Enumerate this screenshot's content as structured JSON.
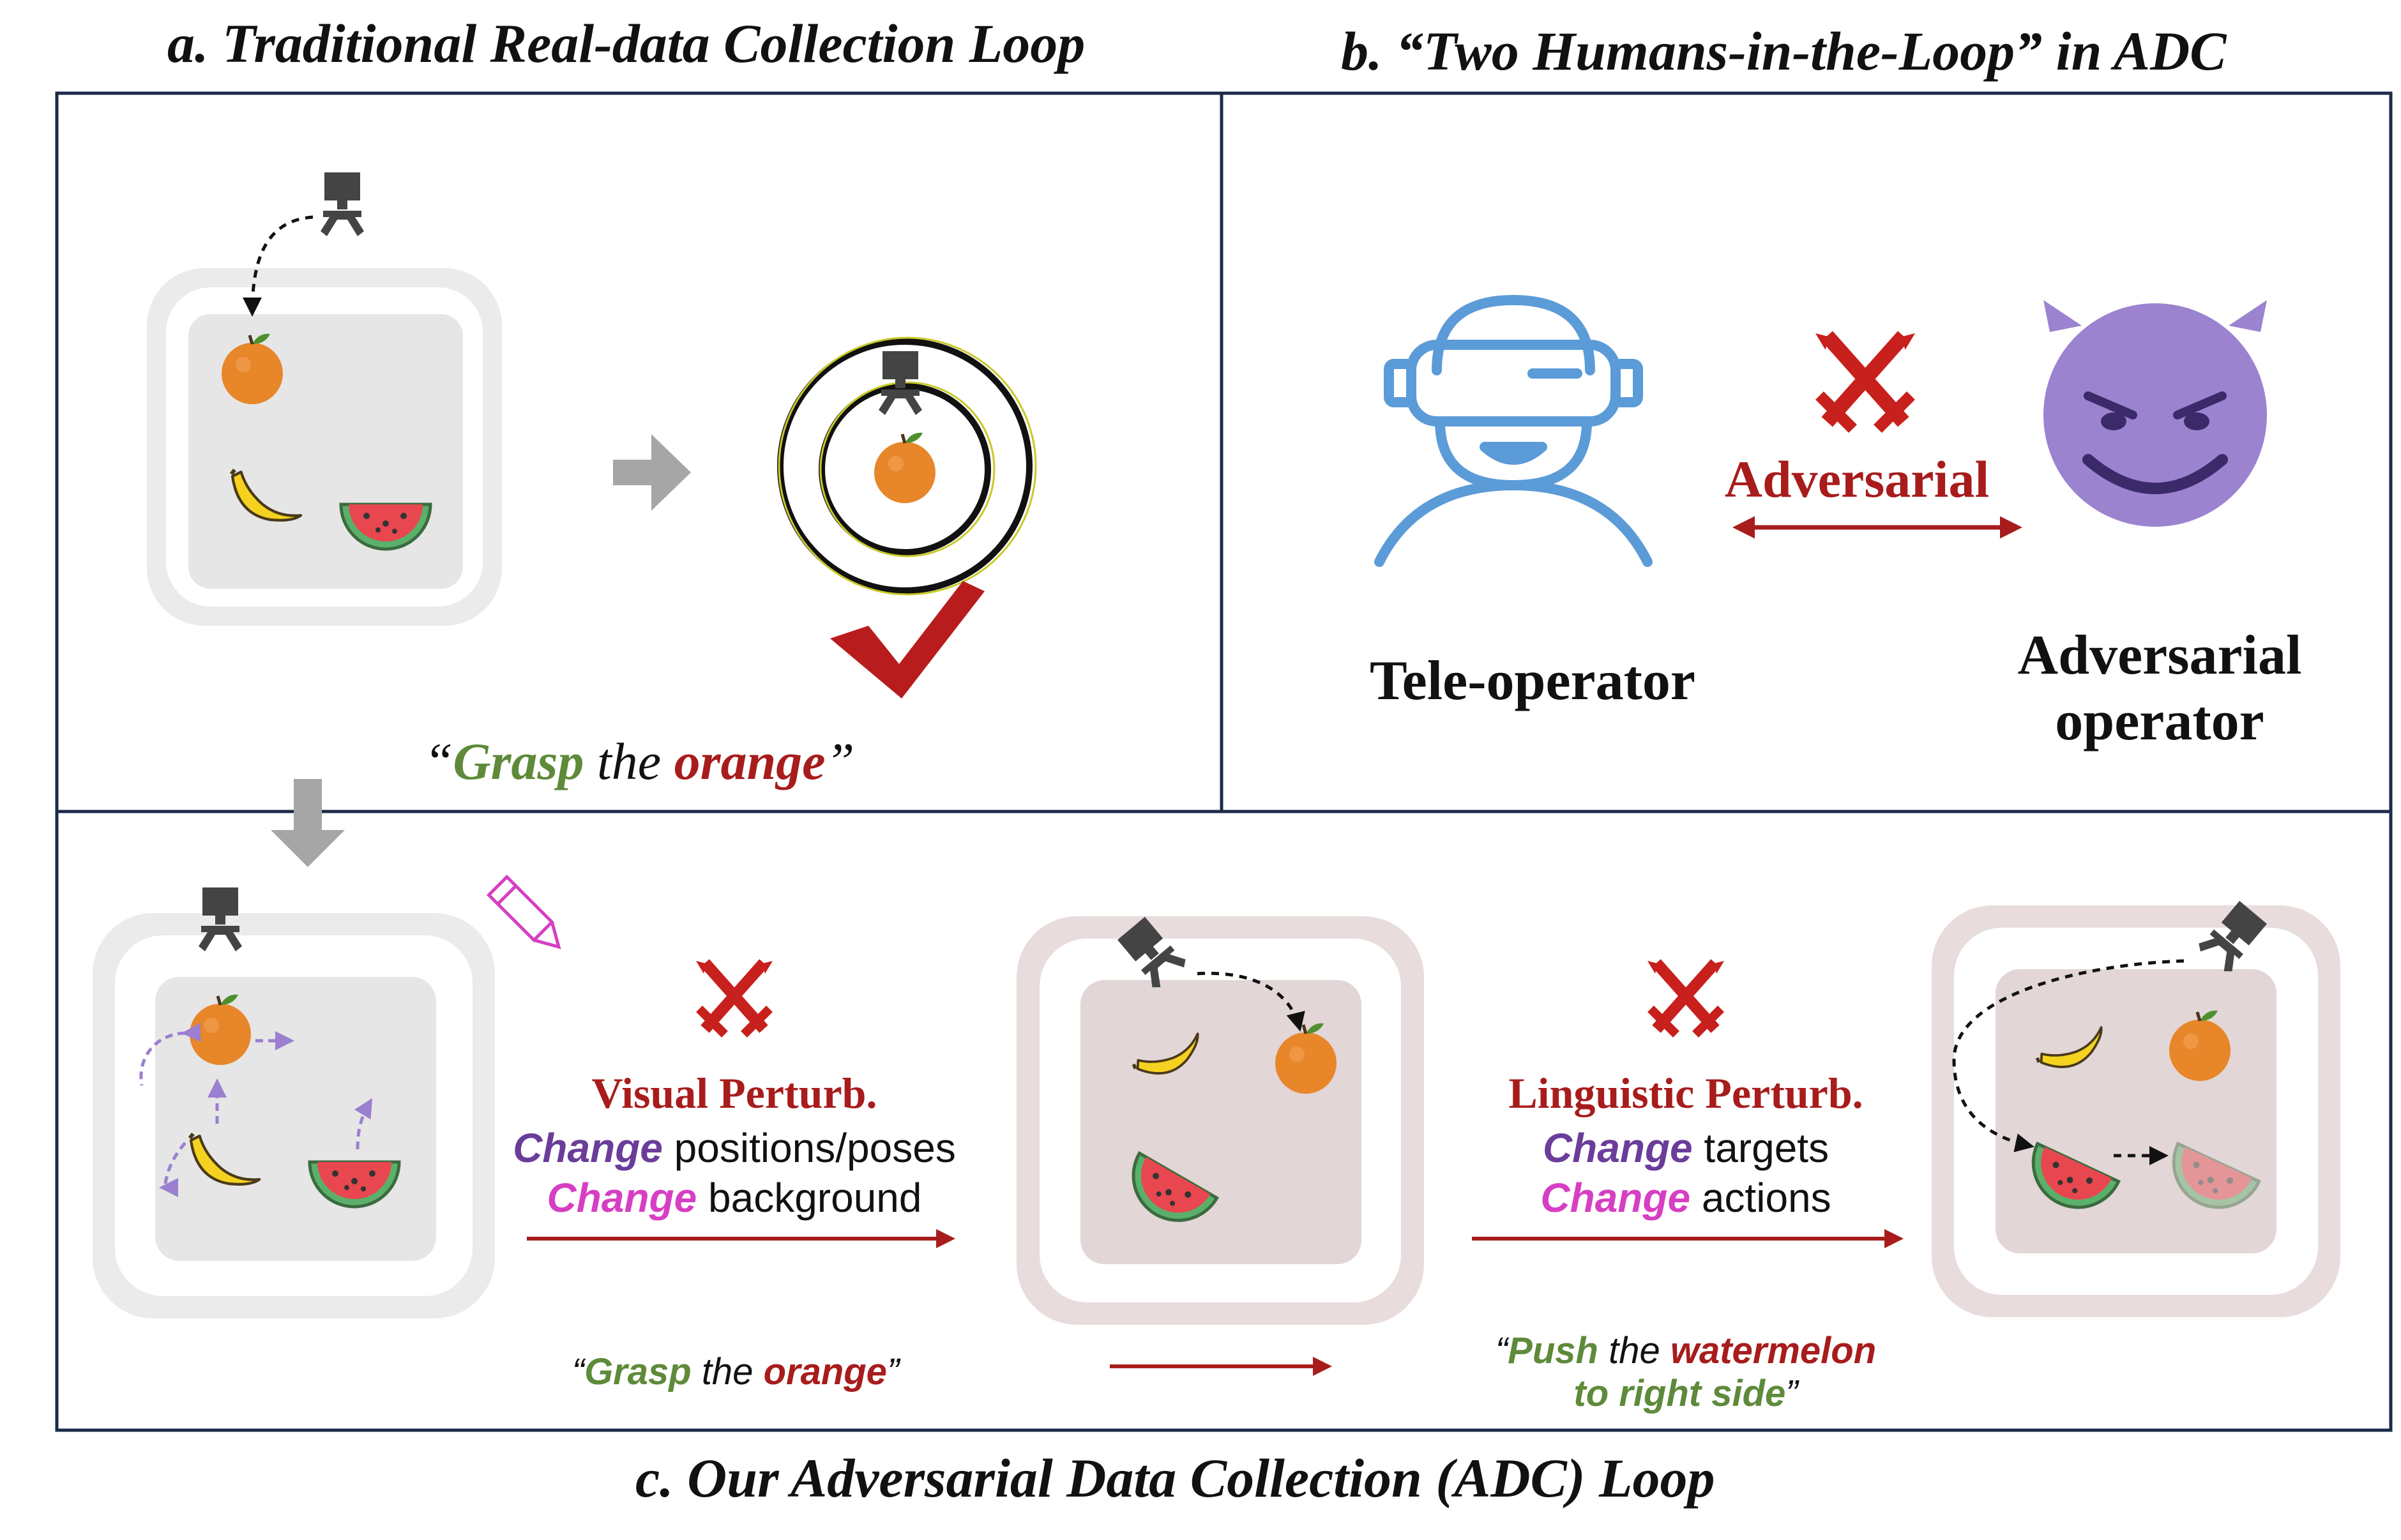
{
  "panel_a": {
    "title": "a. Traditional Real-data Collection Loop",
    "instruction": {
      "open_quote": "“",
      "verb": "Grasp",
      "mid": " the ",
      "object": "orange",
      "close_quote": "”"
    }
  },
  "panel_b": {
    "title": "b. “Two Humans-in-the-Loop” in ADC",
    "relation_label": "Adversarial",
    "left_agent": "Tele-operator",
    "right_agent_line1": "Adversarial",
    "right_agent_line2": "operator"
  },
  "panel_c": {
    "title": "c. Our Adversarial Data Collection (ADC) Loop",
    "visual": {
      "heading": "Visual Perturb.",
      "line1_verb": "Change",
      "line1_rest": " positions/poses",
      "line2_verb": "Change",
      "line2_rest": " background"
    },
    "linguistic": {
      "heading": "Linguistic Perturb.",
      "line1_verb": "Change",
      "line1_rest": " targets",
      "line2_verb": "Change",
      "line2_rest": " actions"
    },
    "instr1": {
      "open_quote": "“",
      "verb": "Grasp",
      "mid": " the ",
      "object": "orange",
      "close_quote": "”"
    },
    "instr2": {
      "open_quote": "“",
      "verb": "Push",
      "mid": " the ",
      "object": "watermelon",
      "line2": "to right side",
      "close_quote": "”"
    }
  },
  "colors": {
    "frame": "#1c2a4a",
    "accent_red": "#a81c1c",
    "green": "#5e8a3a",
    "purple": "#6a3d9a",
    "magenta": "#d63fc3",
    "orange": "#e8862a",
    "devil": "#9b83d0",
    "robot_blue": "#5b9bd8"
  },
  "icons": [
    "gripper-icon",
    "orange-icon",
    "banana-icon",
    "watermelon-icon",
    "target-rings-icon",
    "checkmark-icon",
    "crossed-swords-icon",
    "vr-headset-person-icon",
    "devil-face-icon",
    "pencil-icon"
  ]
}
